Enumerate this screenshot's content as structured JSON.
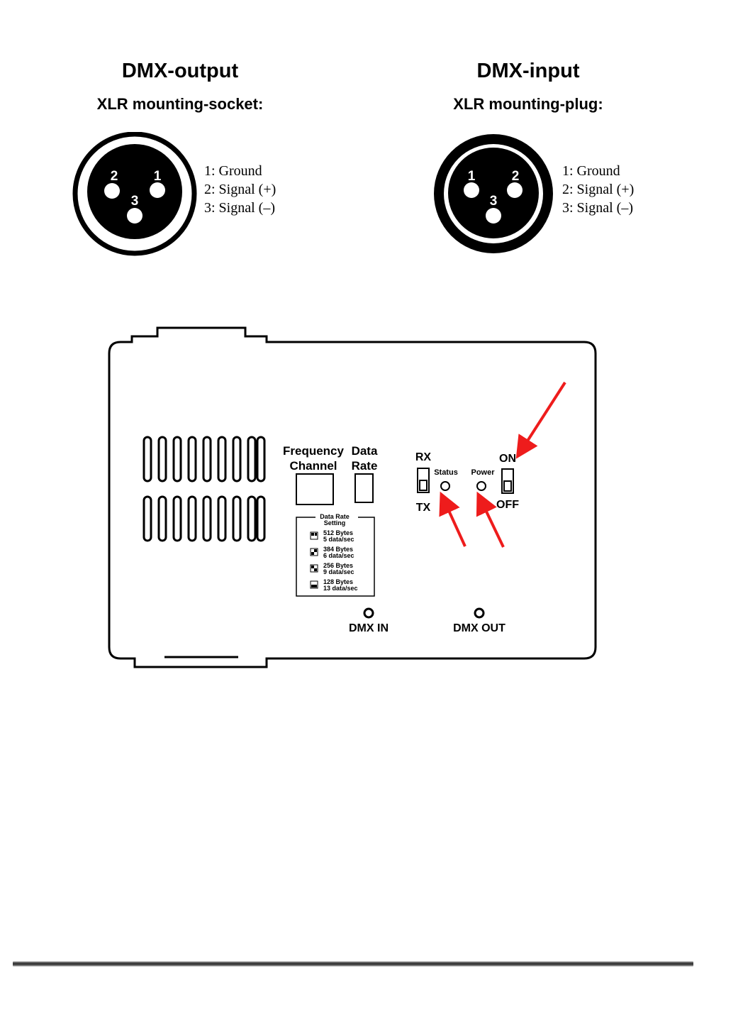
{
  "output": {
    "heading": "DMX-output",
    "subheading": "XLR mounting-socket:",
    "pins": [
      {
        "number": "2"
      },
      {
        "number": "1"
      },
      {
        "number": "3"
      }
    ],
    "legend": [
      "1: Ground",
      "2: Signal (+)",
      "3: Signal (–)"
    ]
  },
  "input": {
    "heading": "DMX-input",
    "subheading": "XLR mounting-plug:",
    "pins": [
      {
        "number": "1"
      },
      {
        "number": "2"
      },
      {
        "number": "3"
      }
    ],
    "legend": [
      "1: Ground",
      "2: Signal (+)",
      "3: Signal (–)"
    ]
  },
  "panel": {
    "frequency_label_1": "Frequency",
    "frequency_label_2": "Channel",
    "data_label_1": "Data",
    "data_label_2": "Rate",
    "data_rate_setting_title_1": "Data Rate",
    "data_rate_setting_title_2": "Setting",
    "data_rate_options": [
      {
        "line1": "512 Bytes",
        "line2": "5 data/sec"
      },
      {
        "line1": "384 Bytes",
        "line2": "6 data/sec"
      },
      {
        "line1": "256 Bytes",
        "line2": "9 data/sec"
      },
      {
        "line1": "128 Bytes",
        "line2": "13 data/sec"
      }
    ],
    "rx_label": "RX",
    "tx_label": "TX",
    "status_label": "Status",
    "power_label": "Power",
    "on_label": "ON",
    "off_label": "OFF",
    "dmx_in_label": "DMX IN",
    "dmx_out_label": "DMX OUT"
  },
  "colors": {
    "arrow": "#ee1c1c",
    "ink": "#000000"
  }
}
